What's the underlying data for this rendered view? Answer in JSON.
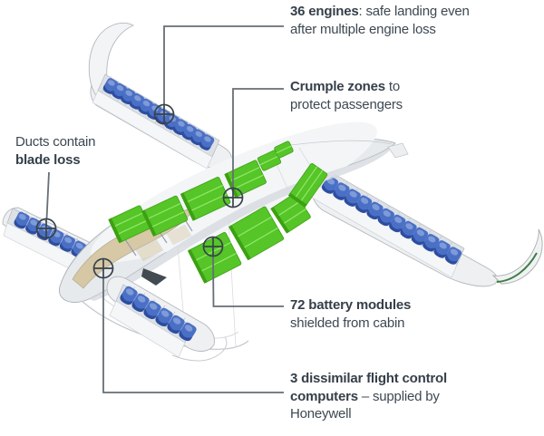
{
  "title": "eVTOL aircraft safety features diagram",
  "labels": {
    "engines": {
      "bold": "36 engines",
      "rest": ": safe landing even after multiple engine loss"
    },
    "crumple": {
      "bold": "Crumple zones",
      "rest": " to protect passengers"
    },
    "ducts": {
      "lead": "Ducts contain ",
      "bold": "blade loss"
    },
    "battery": {
      "bold": "72 battery modules",
      "rest": " shielded from cabin"
    },
    "computers": {
      "bold": "3 dissimilar flight control computers",
      "rest": " – supplied by Honeywell"
    }
  },
  "annotations": [
    {
      "id": "engines",
      "marker": "crosshair",
      "target": "left main wing engine array"
    },
    {
      "id": "crumple",
      "marker": "crosshair",
      "target": "center fuselage"
    },
    {
      "id": "ducts",
      "marker": "crosshair",
      "target": "left canard engine duct"
    },
    {
      "id": "battery",
      "marker": "crosshair",
      "target": "lower battery module band"
    },
    {
      "id": "computers",
      "marker": "crosshair",
      "target": "nose avionics bay"
    }
  ],
  "aircraft": {
    "engine_arrays": [
      {
        "location": "left-main-wing",
        "engine_count": 12
      },
      {
        "location": "right-main-wing",
        "engine_count": 12
      },
      {
        "location": "left-canard",
        "engine_count": 6
      },
      {
        "location": "right-canard",
        "engine_count": 6
      }
    ],
    "battery_bands": 2
  },
  "colors": {
    "engine_blue": "#4a70c6",
    "engine_blue_dark": "#2d4da0",
    "battery_green": "#55c528",
    "battery_green_dark": "#3da012",
    "fuselage_gray": "#e7eaec",
    "canopy_tan": "#d5c49e",
    "text": "#3d4852",
    "connector": "#666f76"
  }
}
